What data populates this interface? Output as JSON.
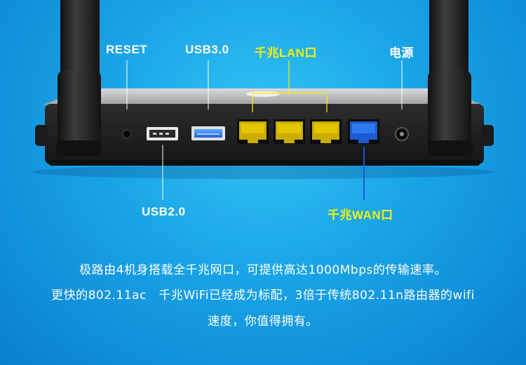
{
  "labels": {
    "reset": "RESET",
    "usb3": "USB3.0",
    "lan": "千兆LAN口",
    "power": "电源",
    "usb2": "USB2.0",
    "wan": "千兆WAN口"
  },
  "description": {
    "line1": "极路由4机身搭载全千兆网口，可提供高达1000Mbps的传输速率。",
    "line2": "更快的802.11ac   千兆WiFi已经成为标配，3倍于传统802.11n路由器的wifi",
    "line3": "速度，你值得拥有。"
  },
  "colors": {
    "background": "#19a3e6",
    "label_white": "#ffffff",
    "label_yellow": "#f5f00a",
    "lan_port": "#d6b800",
    "wan_port": "#1a5fd6"
  },
  "icons": [
    "antenna-left",
    "antenna-right",
    "reset-hole",
    "usb2-port",
    "usb3-port",
    "lan-port",
    "wan-port",
    "power-jack"
  ]
}
